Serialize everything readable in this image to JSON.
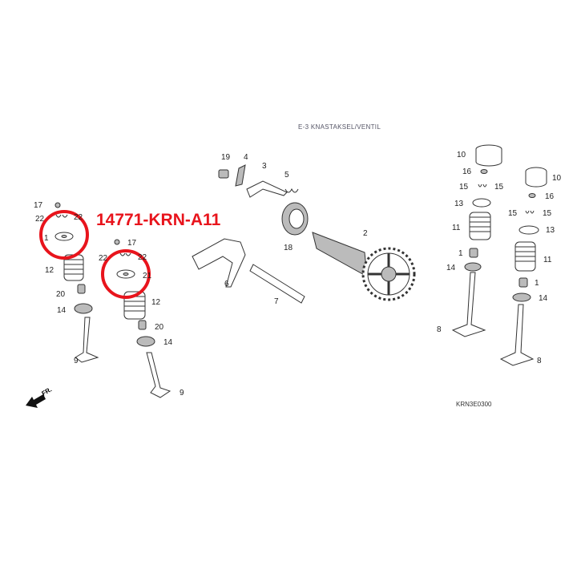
{
  "diagram": {
    "title": "E-3 KNASTAKSEL/VENTIL",
    "part_number": "14771-KRN-A11",
    "diagram_code": "KRN3E0300",
    "direction_label": "FR.",
    "highlight_color": "#e8141c",
    "callouts": [
      "17",
      "22",
      "22",
      "1",
      "12",
      "20",
      "14",
      "9",
      "17",
      "22",
      "22",
      "21",
      "12",
      "20",
      "14",
      "9",
      "19",
      "4",
      "3",
      "5",
      "18",
      "2",
      "6",
      "7",
      "10",
      "16",
      "15",
      "15",
      "13",
      "11",
      "1",
      "14",
      "8",
      "10",
      "16",
      "15",
      "15",
      "13",
      "11",
      "1",
      "14",
      "8"
    ]
  }
}
